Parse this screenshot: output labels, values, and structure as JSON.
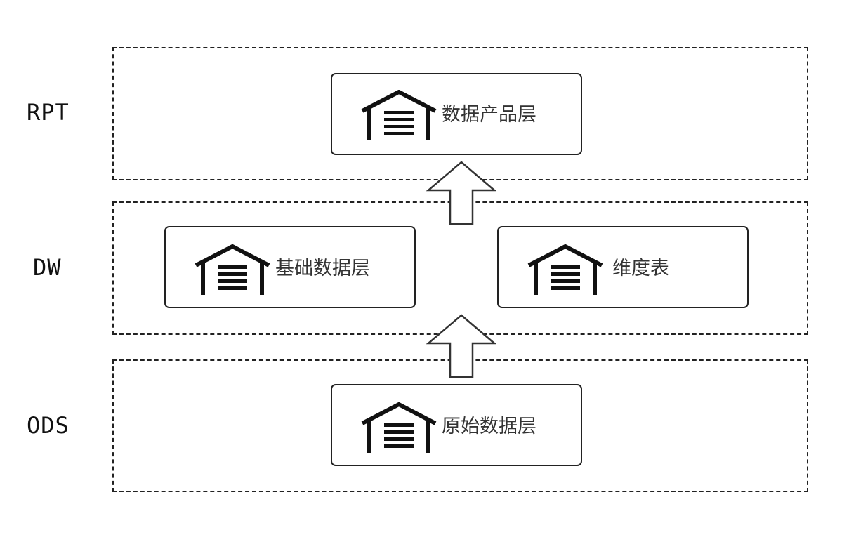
{
  "layers": {
    "rpt": {
      "label": "RPT"
    },
    "dw": {
      "label": "DW"
    },
    "ods": {
      "label": "ODS"
    }
  },
  "nodes": {
    "product": {
      "label": "数据产品层",
      "icon": "warehouse-icon"
    },
    "base": {
      "label": "基础数据层",
      "icon": "warehouse-icon"
    },
    "dimension": {
      "label": "维度表",
      "icon": "warehouse-icon"
    },
    "raw": {
      "label": "原始数据层",
      "icon": "warehouse-icon"
    }
  },
  "arrows": [
    {
      "from": "原始数据层",
      "to": "基础数据层",
      "icon": "up-arrow-icon"
    },
    {
      "from": "基础数据层",
      "to": "数据产品层",
      "icon": "up-arrow-icon"
    }
  ],
  "colors": {
    "stroke": "#222222",
    "icon": "#111111",
    "text": "#333333"
  }
}
